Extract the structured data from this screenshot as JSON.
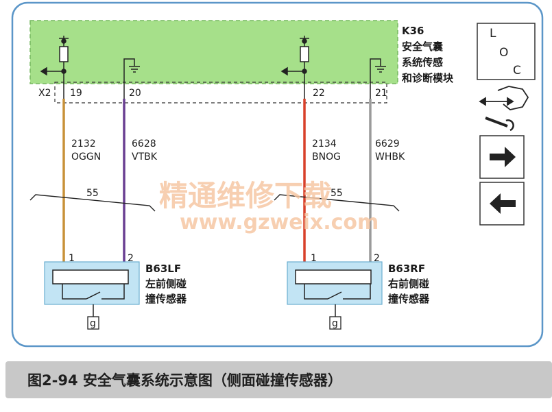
{
  "module": {
    "code": "K36",
    "name_lines": [
      "安全气囊",
      "系统传感",
      "和诊断模块"
    ],
    "connector": "X2",
    "pins": [
      "19",
      "20",
      "22",
      "21"
    ]
  },
  "wires": [
    {
      "circuit": "2132",
      "color_code": "OGGN",
      "stroke": "#c8923a"
    },
    {
      "circuit": "6628",
      "color_code": "VTBK",
      "stroke": "#6a3f92"
    },
    {
      "circuit": "2134",
      "color_code": "BNOG",
      "stroke": "#d8402a"
    },
    {
      "circuit": "6629",
      "color_code": "WHBK",
      "stroke": "#9a9a9a"
    }
  ],
  "splice_label_left": "55",
  "splice_label_right": "55",
  "sensors": [
    {
      "code": "B63LF",
      "name_lines": [
        "左前侧碰",
        "撞传感器"
      ],
      "pin1": "1",
      "pin2": "2",
      "ground": "g"
    },
    {
      "code": "B63RF",
      "name_lines": [
        "右前侧碰",
        "撞传感器"
      ],
      "pin1": "1",
      "pin2": "2",
      "ground": "g"
    }
  ],
  "loc_icon": {
    "l": "L",
    "o": "O",
    "c": "C"
  },
  "watermark": {
    "cn": "精通维修下载",
    "url": "www.gzweix.com"
  },
  "caption": "图2-94  安全气囊系统示意图（侧面碰撞传感器）",
  "colors": {
    "frame": "#5b96c8",
    "module_fill": "#a6e08a",
    "sensor_fill": "#c2e4f4",
    "caption_bar": "#c8c8c8"
  }
}
